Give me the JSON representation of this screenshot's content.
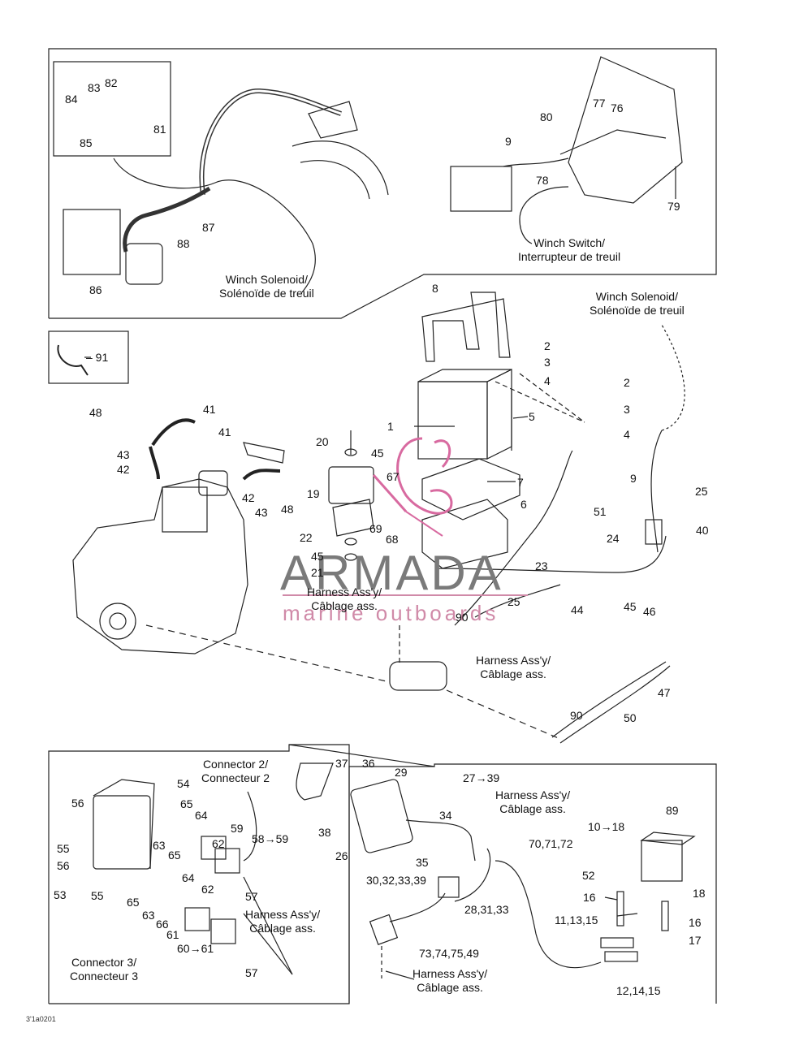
{
  "captions": {
    "winch_solenoid_top": [
      "Winch Solenoid/",
      "Solénoïde de treuil"
    ],
    "winch_switch": [
      "Winch Switch/",
      "Interrupteur de treuil"
    ],
    "winch_solenoid_right": [
      "Winch Solenoid/",
      "Solénoïde de treuil"
    ],
    "harness_1": [
      "Harness Ass'y/",
      "Câblage ass."
    ],
    "harness_2": [
      "Harness Ass'y/",
      "Câblage ass."
    ],
    "connector_2": [
      "Connector 2/",
      "Connecteur 2"
    ],
    "connector_3": [
      "Connector 3/",
      "Connecteur 3"
    ],
    "harness_3": [
      "Harness Ass'y/",
      "Câblage ass."
    ],
    "harness_4": [
      "Harness Ass'y/",
      "Câblage ass."
    ],
    "harness_5": [
      "Harness Ass'y/",
      "Câblage ass."
    ]
  },
  "watermark": {
    "brand": "ARMADA",
    "tagline": "marine outboards",
    "brand_color": "#7a7a7a",
    "tagline_color": "#d08aa8",
    "logo_color": "#d86aa0"
  },
  "ref_code": "3'1a0201",
  "labels": {
    "l84": "84",
    "l83": "83",
    "l82": "82",
    "l81": "81",
    "l85": "85",
    "l87": "87",
    "l88": "88",
    "l86": "86",
    "l80": "80",
    "l77": "77",
    "l76": "76",
    "l9a": "9",
    "l78": "78",
    "l79": "79",
    "l91": "– 91",
    "l8": "8",
    "l2a": "2",
    "l3a": "3",
    "l4a": "4",
    "l2b": "2",
    "l3b": "3",
    "l4b": "4",
    "l1": "1",
    "l5": "5",
    "l48a": "48",
    "l41a": "41",
    "l41b": "41",
    "l43a": "43",
    "l42a": "42",
    "l20": "20",
    "l45a": "45",
    "l19": "19",
    "l42b": "42",
    "l43b": "43",
    "l48b": "48",
    "l67": "67",
    "l7": "7",
    "l6": "6",
    "l9b": "9",
    "l25a": "25",
    "l22": "22",
    "l69": "69",
    "l68": "68",
    "l51": "51",
    "l24": "24",
    "l40": "40",
    "l45b": "45",
    "l21": "21",
    "l23": "23",
    "l25b": "25",
    "l90a": "90",
    "l44": "44",
    "l45c": "45",
    "l46": "46",
    "l47": "47",
    "l90b": "90",
    "l50": "50",
    "l37": "37",
    "l36": "36",
    "l29": "29",
    "l27": "27→39",
    "l56a": "56",
    "l54": "54",
    "l65a": "65",
    "l64a": "64",
    "l59": "59",
    "l58": "58→59",
    "l55a": "55",
    "l56b": "56",
    "l63a": "63",
    "l65b": "65",
    "l62a": "62",
    "l53": "53",
    "l55b": "55",
    "l57a": "57",
    "l65c": "65",
    "l64b": "64",
    "l62b": "62",
    "l63b": "63",
    "l66": "66",
    "l61": "61",
    "l60": "60→61",
    "l57b": "57",
    "l38": "38",
    "l34": "34",
    "l26": "26",
    "l35": "35",
    "l30": "30,32,33,39",
    "l28": "28,31,33",
    "l73": "73,74,75,49",
    "l70": "70,71,72",
    "l89": "89",
    "l10": "10→18",
    "l52": "52",
    "l16a": "16",
    "l18": "18",
    "l11": "11,13,15",
    "l16b": "16",
    "l17": "17",
    "l12": "12,14,15"
  }
}
